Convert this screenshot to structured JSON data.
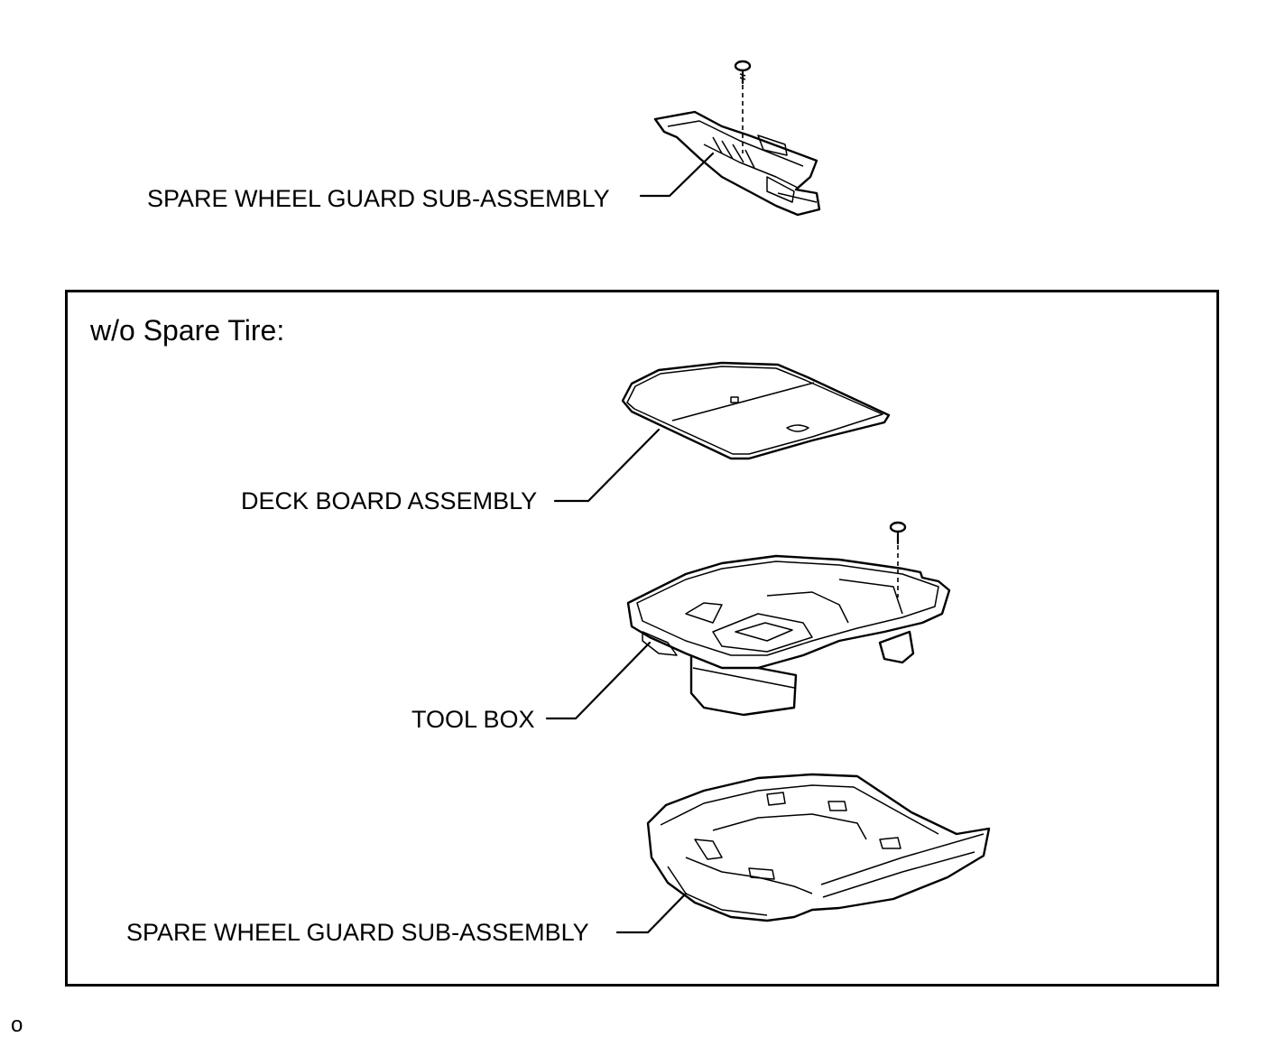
{
  "labels": {
    "top_guard": "SPARE WHEEL GUARD SUB-ASSEMBLY",
    "deck_board": "DECK BOARD ASSEMBLY",
    "tool_box": "TOOL BOX",
    "bottom_guard": "SPARE WHEEL GUARD SUB-ASSEMBLY"
  },
  "panel": {
    "title": "w/o Spare Tire:"
  },
  "corner_code": "o",
  "icons": [
    "screw-icon",
    "clip-icon"
  ]
}
